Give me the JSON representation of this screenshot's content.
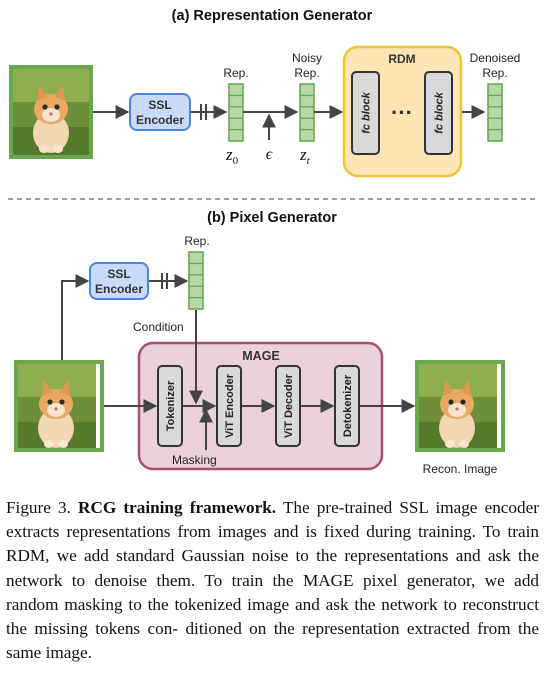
{
  "panel_a": {
    "title": "(a) Representation Generator",
    "ssl_encoder": [
      "SSL",
      "Encoder"
    ],
    "rep_label": "Rep.",
    "noisy_rep_label": [
      "Noisy",
      "Rep."
    ],
    "rdm_label": "RDM",
    "fc_block_label": "fc block",
    "ellipsis": "···",
    "denoised_rep_label": [
      "Denoised",
      "Rep."
    ],
    "z0": "z",
    "z0_sub": "0",
    "epsilon": "ϵ",
    "zt": "z",
    "zt_sub": "t"
  },
  "panel_b": {
    "title": "(b) Pixel Generator",
    "rep_label": "Rep.",
    "ssl_encoder": [
      "SSL",
      "Encoder"
    ],
    "condition_label": "Condition",
    "mage_label": "MAGE",
    "tokenizer": "Tokenizer",
    "vit_encoder": "ViT Encoder",
    "vit_decoder": "ViT Decoder",
    "detokenizer": "Detokenizer",
    "masking_label": "Masking",
    "recon_label": "Recon. Image"
  },
  "caption": {
    "prefix": "Figure 3. ",
    "bold": "RCG training framework.",
    "lines": [
      " The pre-trained SSL image",
      "encoder extracts representations from images and is fixed during",
      "training.  To train RDM, we add standard Gaussian noise to the",
      "representations and ask the network to denoise them. To train the",
      "MAGE pixel generator, we add random masking to the tokenized",
      "image and ask the network to reconstruct the missing tokens con-",
      "ditioned on the representation extracted from the same image."
    ]
  },
  "colors": {
    "green_border": "#6aa84f",
    "green_fill": "#b6d7a8",
    "ssl_fill": "#c9daf8",
    "ssl_border": "#4a86e8",
    "rdm_fill": "#fde5b6",
    "rdm_border": "#f1c232",
    "mage_fill": "#ead1dc",
    "mage_border": "#a64d79",
    "block_fill": "#d9d9d9",
    "arrow": "#444444"
  },
  "icons": {
    "image": "kitten-photo-icon"
  }
}
